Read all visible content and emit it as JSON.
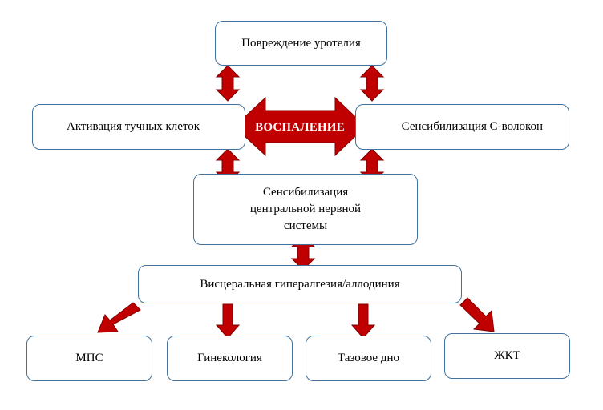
{
  "colors": {
    "arrow_fill": "#c00000",
    "arrow_stroke": "#7f0000",
    "box_border": "#41719c"
  },
  "nodes": {
    "urothelium": "Повреждение уротелия",
    "mast_cells": "Активация тучных клеток",
    "c_fibers": "Сенсибилизация С-волокон",
    "cns_line1": "Сенсибилизация",
    "cns_line2": "центральной нервной",
    "cns_line3": "системы",
    "hyperalgesia": "Висцеральная гипералгезия/аллодиния",
    "mps": "МПС",
    "gynecology": "Гинекология",
    "pelvic_floor": "Тазовое дно",
    "gi": "ЖКТ"
  },
  "inflammation_label": "ВОСПАЛЕНИЕ"
}
